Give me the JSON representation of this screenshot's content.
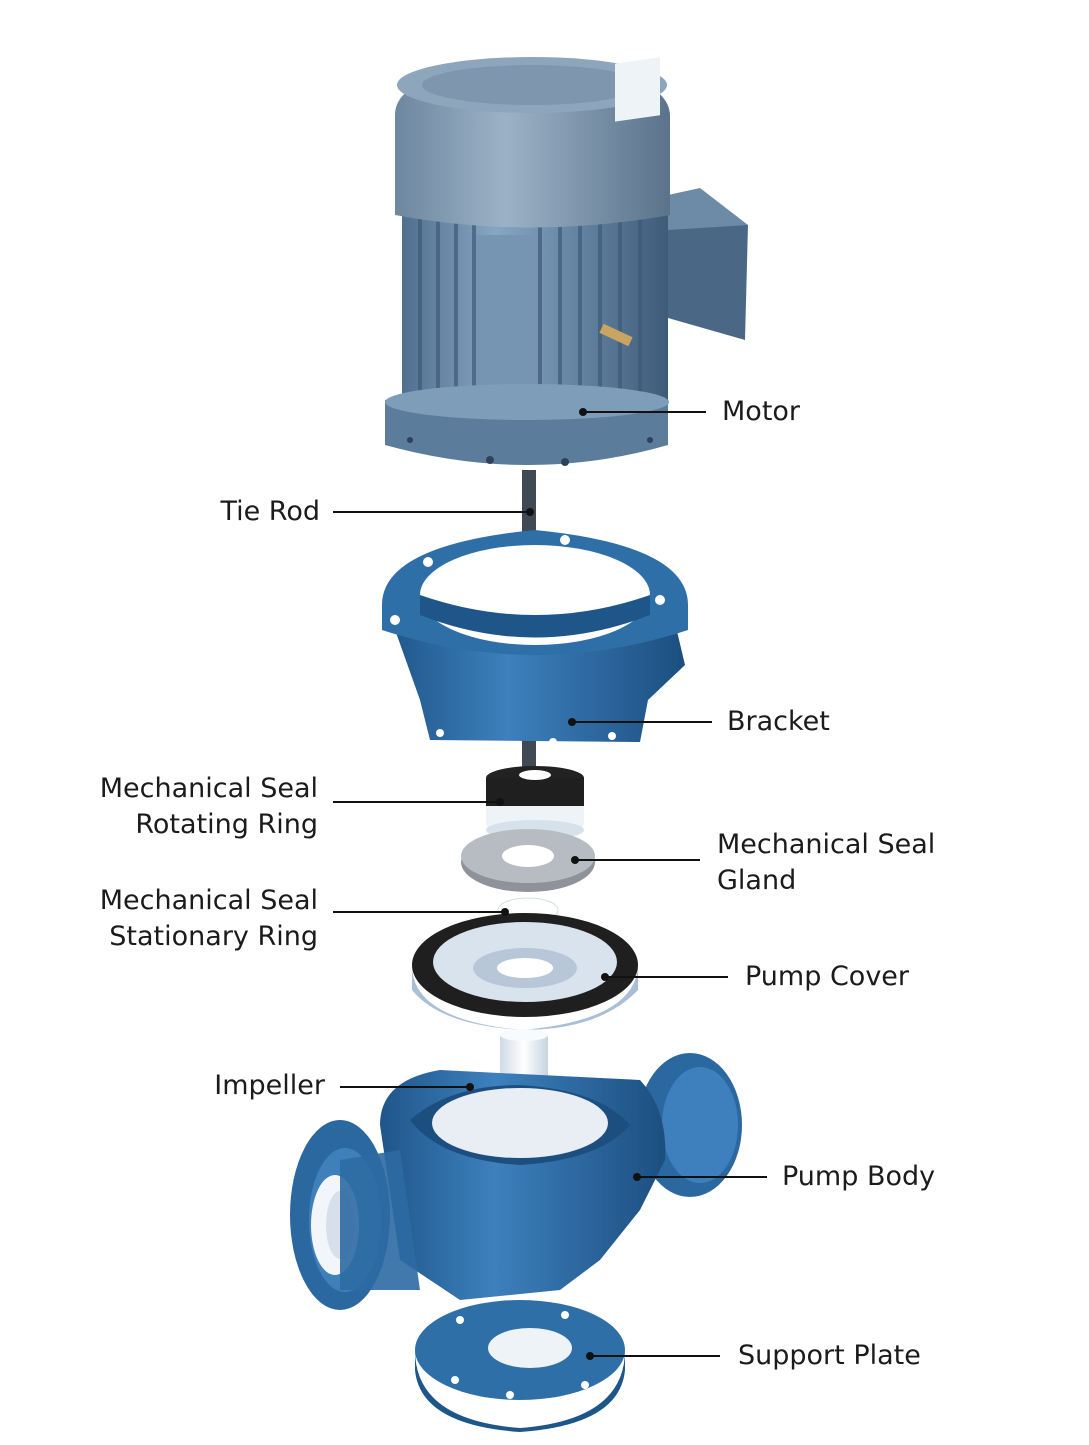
{
  "colors": {
    "motor_gray": "#7f97ad",
    "pump_blue": "#2f6fa8",
    "ptfe_white": "#eef3f8",
    "leader_line": "#111111"
  },
  "labels": {
    "motor": "Motor",
    "tie_rod": "Tie Rod",
    "bracket": "Bracket",
    "seal_rotating_line1": "Mechanical Seal",
    "seal_rotating_line2": "Rotating Ring",
    "seal_gland_line1": "Mechanical Seal",
    "seal_gland_line2": "Gland",
    "seal_stationary_line1": "Mechanical Seal",
    "seal_stationary_line2": "Stationary Ring",
    "pump_cover": "Pump Cover",
    "impeller": "Impeller",
    "pump_body": "Pump Body",
    "support_plate": "Support Plate"
  }
}
